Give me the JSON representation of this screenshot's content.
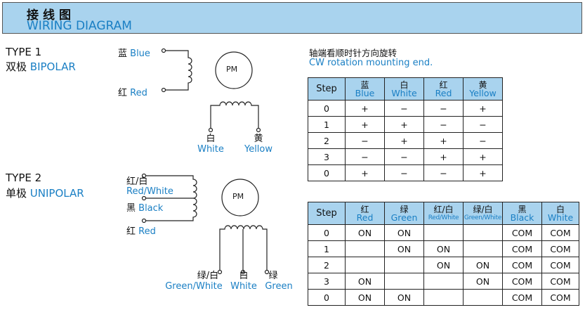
{
  "header": {
    "title_cn": "接线图",
    "title_en": "WIRING DIAGRAM"
  },
  "type1": {
    "title": "TYPE 1",
    "subtitle_cn": "双极",
    "subtitle_en": "BIPOLAR",
    "motor_label": "PM",
    "leads": [
      {
        "cn": "蓝",
        "en": "Blue"
      },
      {
        "cn": "红",
        "en": "Red"
      },
      {
        "cn": "白",
        "en": "White"
      },
      {
        "cn": "黄",
        "en": "Yellow"
      }
    ]
  },
  "type2": {
    "title": "TYPE 2",
    "subtitle_cn": "单极",
    "subtitle_en": "UNIPOLAR",
    "motor_label": "PM",
    "leads": [
      {
        "cn": "红/白",
        "en": "Red/White"
      },
      {
        "cn": "黑",
        "en": "Black"
      },
      {
        "cn": "红",
        "en": "Red"
      },
      {
        "cn": "绿/白",
        "en": "Green/White"
      },
      {
        "cn": "白",
        "en": "White"
      },
      {
        "cn": "绿",
        "en": "Green"
      }
    ]
  },
  "note": {
    "cn": "轴端看顺时针方向旋转",
    "en": "CW rotation mounting end."
  },
  "table1": {
    "step_header": "Step",
    "columns": [
      {
        "cn": "蓝",
        "en": "Blue"
      },
      {
        "cn": "白",
        "en": "White"
      },
      {
        "cn": "红",
        "en": "Red"
      },
      {
        "cn": "黄",
        "en": "Yellow"
      }
    ],
    "rows": [
      {
        "step": "0",
        "cells": [
          "+",
          "−",
          "−",
          "+"
        ]
      },
      {
        "step": "1",
        "cells": [
          "+",
          "+",
          "−",
          "−"
        ]
      },
      {
        "step": "2",
        "cells": [
          "−",
          "+",
          "+",
          "−"
        ]
      },
      {
        "step": "3",
        "cells": [
          "−",
          "−",
          "+",
          "+"
        ]
      },
      {
        "step": "0",
        "cells": [
          "+",
          "−",
          "−",
          "+"
        ]
      }
    ]
  },
  "table2": {
    "step_header": "Step",
    "columns": [
      {
        "cn": "红",
        "en": "Red"
      },
      {
        "cn": "绿",
        "en": "Green"
      },
      {
        "cn": "红/白",
        "en": "Red/White"
      },
      {
        "cn": "绿/白",
        "en": "Green/White"
      },
      {
        "cn": "黑",
        "en": "Black"
      },
      {
        "cn": "白",
        "en": "White"
      }
    ],
    "rows": [
      {
        "step": "0",
        "cells": [
          "ON",
          "ON",
          "",
          "",
          "COM",
          "COM"
        ]
      },
      {
        "step": "1",
        "cells": [
          "",
          "ON",
          "ON",
          "",
          "COM",
          "COM"
        ]
      },
      {
        "step": "2",
        "cells": [
          "",
          "",
          "ON",
          "ON",
          "COM",
          "COM"
        ]
      },
      {
        "step": "3",
        "cells": [
          "ON",
          "",
          "",
          "ON",
          "COM",
          "COM"
        ]
      },
      {
        "step": "0",
        "cells": [
          "ON",
          "ON",
          "",
          "",
          "COM",
          "COM"
        ]
      }
    ]
  },
  "colors": {
    "header_bg": "#a9d3ee",
    "accent_blue": "#1a7fc4",
    "line": "#222222"
  }
}
